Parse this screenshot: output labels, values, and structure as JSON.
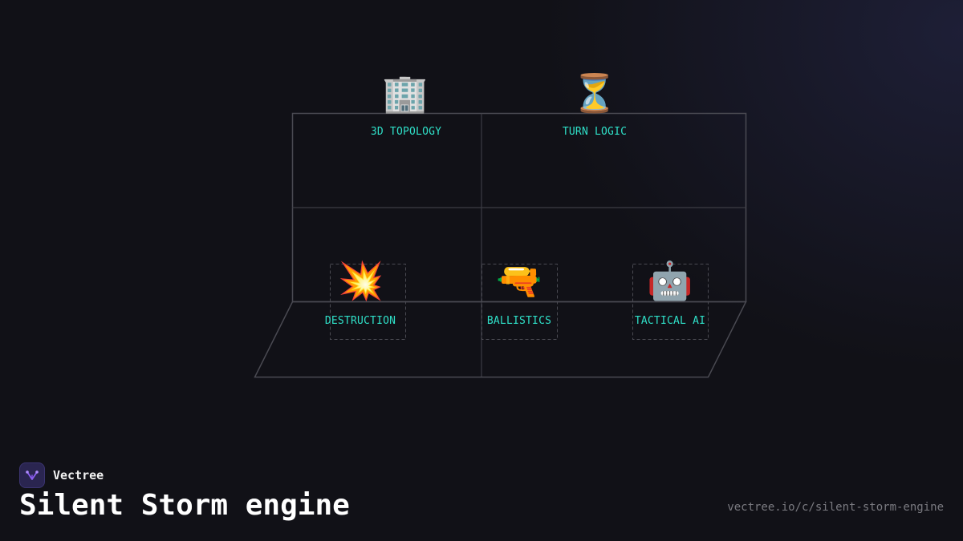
{
  "brand": {
    "name": "Vectree",
    "logo_icon": "vectree-branch-icon",
    "accent": "#8a5cf0"
  },
  "page": {
    "title": "Silent Storm engine",
    "url": "vectree.io/c/silent-storm-engine"
  },
  "colors": {
    "label": "#2fe0c8",
    "frame": "#4a4a52",
    "background": "#111117"
  },
  "nodes": {
    "topology": {
      "label": "3D TOPOLOGY",
      "icon": "🏢",
      "icon_name": "office-building-icon"
    },
    "turn_logic": {
      "label": "TURN LOGIC",
      "icon": "⏳",
      "icon_name": "hourglass-icon"
    },
    "destruction": {
      "label": "DESTRUCTION",
      "icon": "💥",
      "icon_name": "explosion-icon"
    },
    "ballistics": {
      "label": "BALLISTICS",
      "icon": "🔫",
      "icon_name": "pistol-icon"
    },
    "tactical_ai": {
      "label": "TACTICAL AI",
      "icon": "🤖",
      "icon_name": "robot-icon"
    }
  }
}
